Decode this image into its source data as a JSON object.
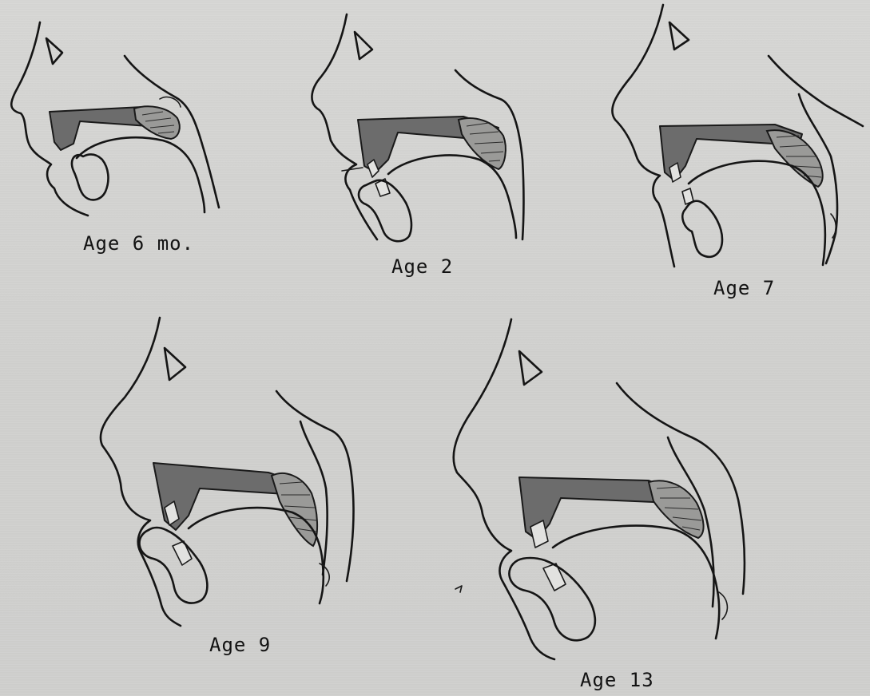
{
  "figure": {
    "stages": [
      {
        "label": "Age 6 mo."
      },
      {
        "label": "Age 2"
      },
      {
        "label": "Age 7"
      },
      {
        "label": "Age 9"
      },
      {
        "label": "Age 13"
      }
    ]
  }
}
